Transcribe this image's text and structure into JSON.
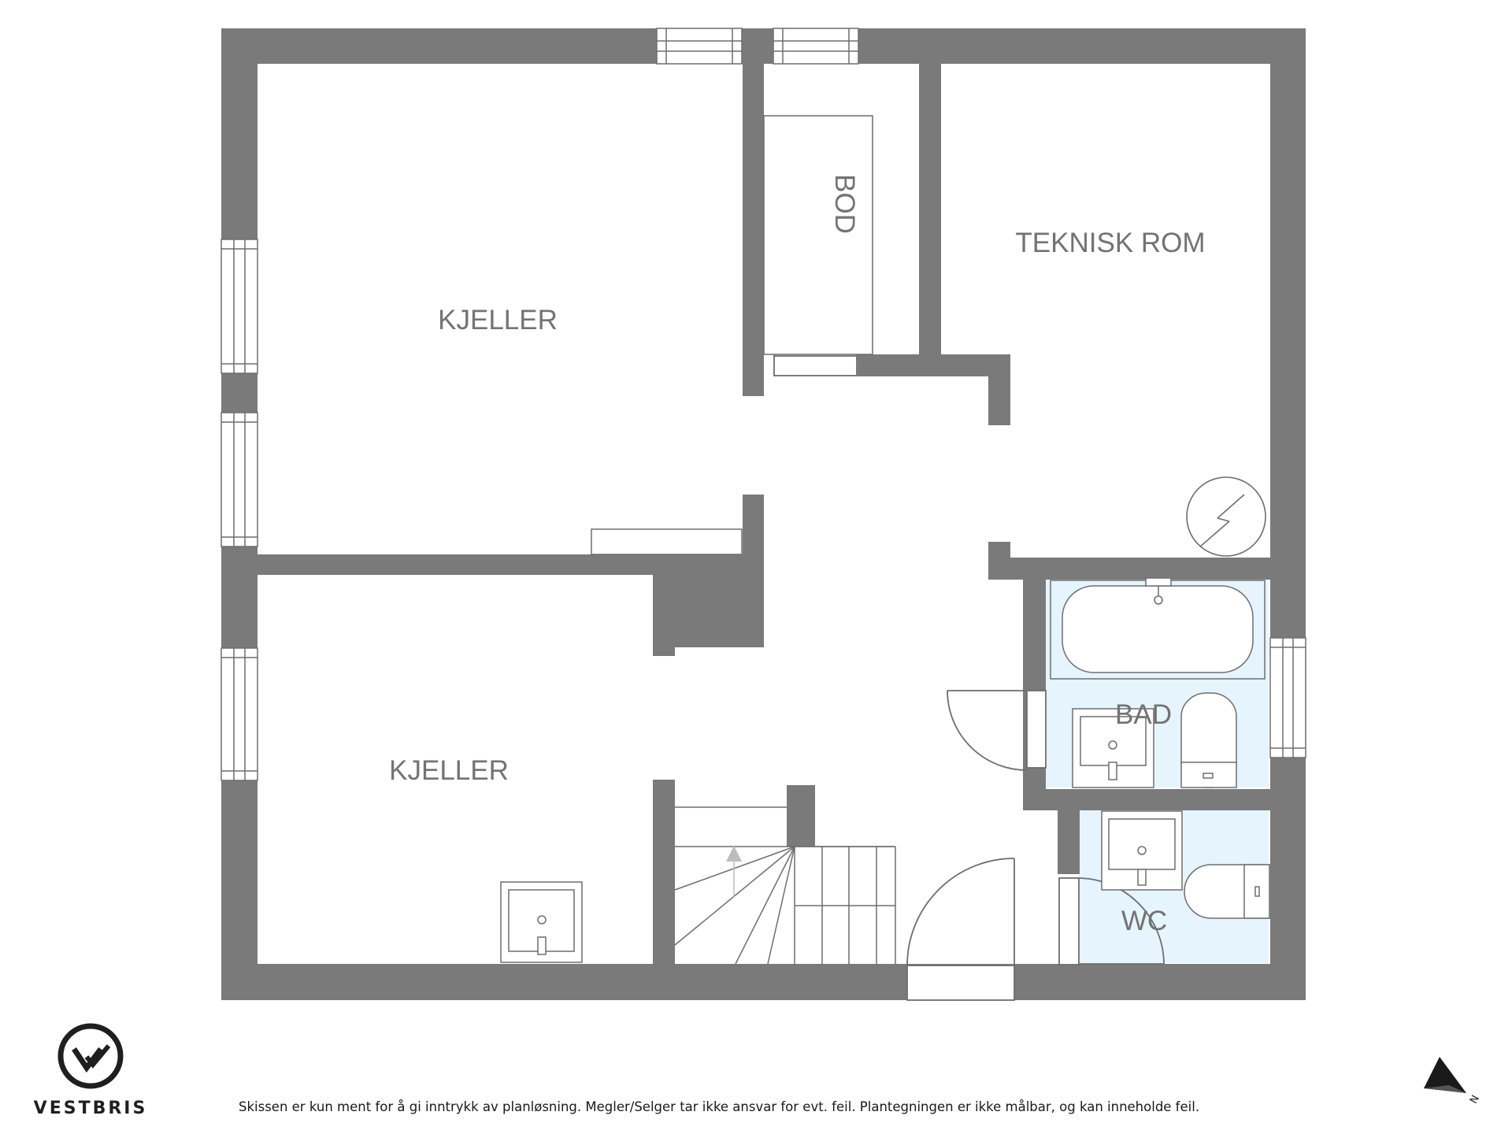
{
  "rooms": {
    "kjeller_top": "KJELLER",
    "bod": "BOD",
    "teknisk_rom": "TEKNISK ROM",
    "kjeller_bottom": "KJELLER",
    "bad": "BAD",
    "wc": "WC"
  },
  "brand": {
    "name": "VESTBRIS"
  },
  "disclaimer": "Skissen er kun ment for å gi inntrykk av planløsning. Megler/Selger tar ikke ansvar for evt. feil. Plantegningen er ikke målbar, og kan inneholde feil.",
  "compass": {
    "label": "N"
  },
  "colors": {
    "wall": "#7a7a7a",
    "wet_room": "#e6f4fd",
    "line": "#6e6e6e",
    "label": "#737373"
  }
}
